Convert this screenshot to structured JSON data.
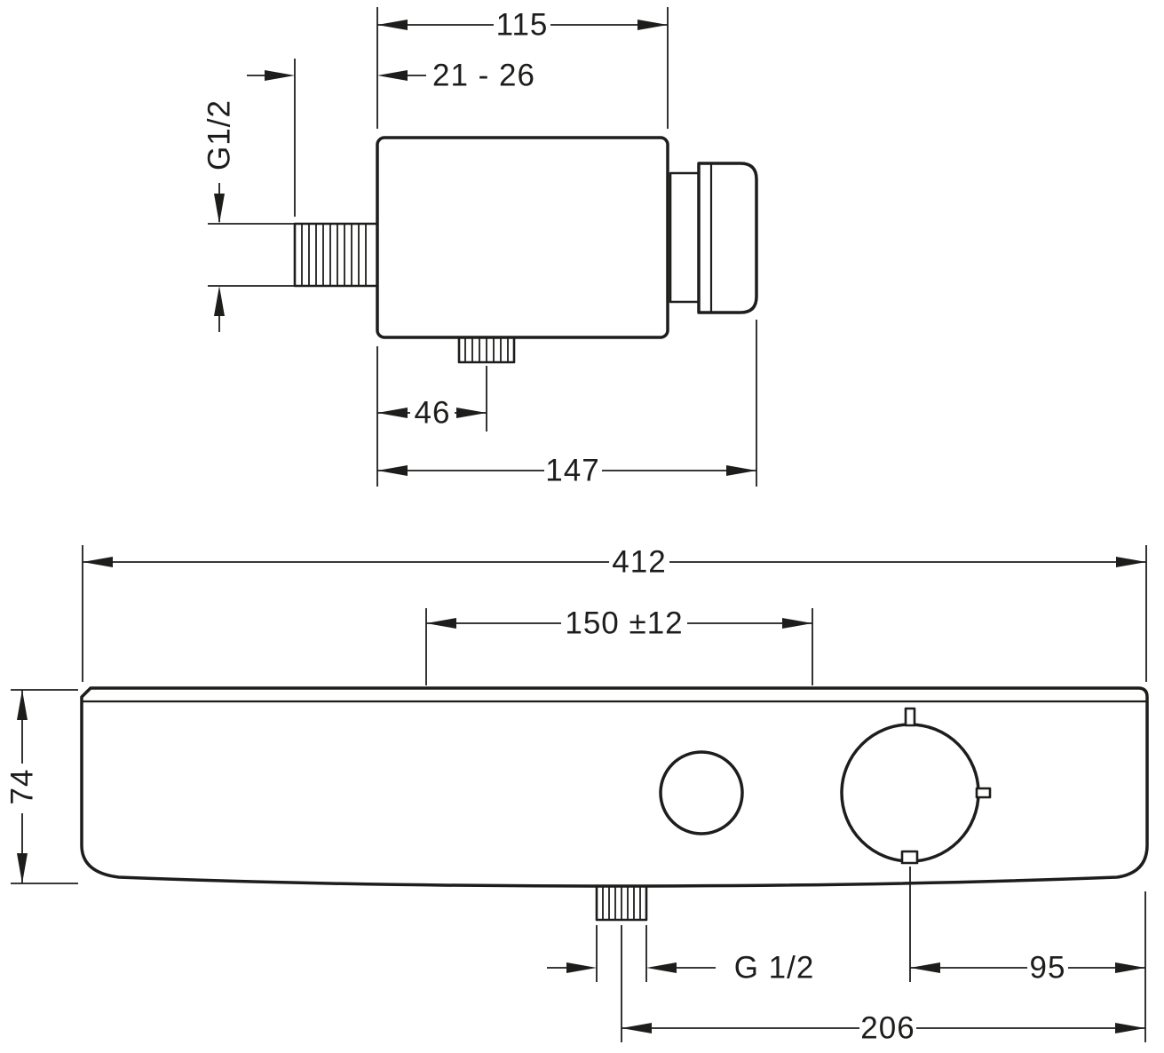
{
  "meta": {
    "background": "#ffffff",
    "line_color": "#1d1d1b",
    "drawing_type": "dimensional technical drawing, shower thermostat"
  },
  "side_view": {
    "body_width": "115",
    "wall_distance": "21 - 26",
    "inlet_thread": "G1/2",
    "outlet_offset": "46",
    "total_depth": "147"
  },
  "front_view": {
    "total_width": "412",
    "connection_spacing": "150 ±12",
    "body_height": "74",
    "outlet_thread": "G 1/2",
    "dial_to_end": "95",
    "outlet_to_end": "206"
  }
}
